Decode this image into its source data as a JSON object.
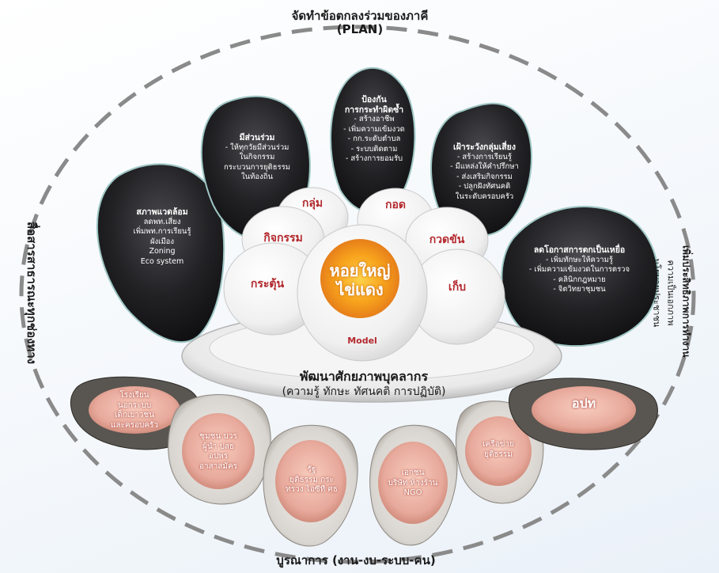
{
  "ring": {
    "top_line1": "จัดทำข้อตกลงร่วมของภาคี",
    "top_line2": "(PLAN)",
    "left": "สื่อสารสาธารณะทุกช่องทาง",
    "right_line1": "เพิ่มประสิทธิภาพการทำงาน",
    "right_line2": "ความเป็นเอกภาพ",
    "right_line3": "นโยบายประชาชน",
    "right_line4": "กลไก",
    "bottom": "บูรณาการ (งาน-งบ-ระบบ-คน)"
  },
  "shells": [
    {
      "title": "สภาพแวดล้อม",
      "lines": [
        "ลดพท.เสี่ยง",
        "เพิ่มพท.การเรียนรู้",
        "ผังเมือง",
        "Zoning",
        "Eco system"
      ]
    },
    {
      "title": "มีส่วนร่วม",
      "lines": [
        "- ให้ทุกวัยมีส่วนร่วม",
        "ในกิจกรรม",
        "กระบวนการยุติธรรม",
        "ในท้องถิ่น"
      ]
    },
    {
      "title": "ป้องกัน",
      "title2": "การกระทำผิดซ้ำ",
      "lines": [
        "- สร้างอาชีพ",
        "- เพิ่มความเข้มงวด",
        "- กก.ระดับตำบล",
        "- ระบบติดตาม",
        "- สร้างการยอมรับ"
      ]
    },
    {
      "title": "เฝ้าระวังกลุ่มเสี่ยง",
      "lines": [
        "- สร้างการเรียนรู้",
        "- มีแหล่งให้คำปรึกษา",
        "- ส่งเสริมกิจกรรม",
        "- ปลูกฝังทัศนคติ",
        "ในระดับครอบครัว"
      ]
    },
    {
      "title": "ลดโอกาสการตกเป็นเหยื่อ",
      "lines": [
        "- เพิ่มทักษะให้ความรู้",
        "- เพิ่มความเข้มงวดในการตรวจ",
        "- คลินิกกฎหมาย",
        "- จิตวิทยาชุมชน"
      ]
    }
  ],
  "eggs": {
    "left_low": "กระตุ้น",
    "left_mid": "กิจกรรม",
    "top_left": "กลุ่ม",
    "top_right": "กอด",
    "right_mid": "กวดขัน",
    "right_low": "เก็บ",
    "center_line1": "หอยใหญ่",
    "center_line2": "ไข่แดง",
    "model": "Model"
  },
  "plate": {
    "line1": "พัฒนาศักยภาพบุคลากร",
    "line2": "(ความรู้ ทักษะ ทัศนคติ การปฏิบัติ)"
  },
  "oysters": [
    {
      "lines": [
        "โรงเรียน",
        "นอกระบบ",
        "เด็กเยาวชน",
        "และครอบครัว"
      ]
    },
    {
      "lines": [
        "ชุมชน บวร",
        "ผู้นำ ปสธ",
        "อปพร",
        "อาสาสมัคร"
      ]
    },
    {
      "lines": [
        "รัฐ",
        "ยุติธรรม กระ",
        "ทรวง ไอซีที ศธ"
      ]
    },
    {
      "lines": [
        "เอกชน",
        "บริษัท ห้างร้าน",
        "NGO"
      ]
    },
    {
      "lines": [
        "เครือข่าย",
        "ยุติธรรม"
      ]
    },
    {
      "lines": [
        "อปท"
      ]
    }
  ],
  "colors": {
    "shell_dark": "#1f1f22",
    "egg_label": "#b3282d",
    "yolk": "#f39a1e",
    "oyster_flesh": "#e7a99b",
    "ring_dash": "#8a8a8a"
  }
}
